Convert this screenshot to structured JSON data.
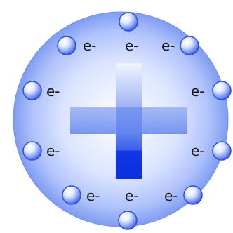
{
  "diagram": {
    "electron_label": "e-",
    "electron_count": 10,
    "colors": {
      "atom_center": "#ffffff",
      "atom_mid": "#b9c9f7",
      "atom_edge": "#6f8ff0",
      "atom_stroke": "#5d7fe6",
      "plus_light": "#e9eeff",
      "plus_mid": "#6f8ff0",
      "plus_dark": "#1d46e8",
      "plus_deep": "#0a2fdc",
      "electron_light": "#ffffff",
      "electron_mid": "#c7d4ff",
      "electron_dark": "#3f63e6",
      "electron_stroke": "#2f50d4"
    },
    "electrons": [
      {
        "label": "e-"
      },
      {
        "label": "e-"
      },
      {
        "label": "e-"
      },
      {
        "label": "e-"
      },
      {
        "label": "e-"
      },
      {
        "label": "e-"
      },
      {
        "label": "e-"
      },
      {
        "label": "e-"
      },
      {
        "label": "e-"
      },
      {
        "label": "e-"
      }
    ]
  }
}
